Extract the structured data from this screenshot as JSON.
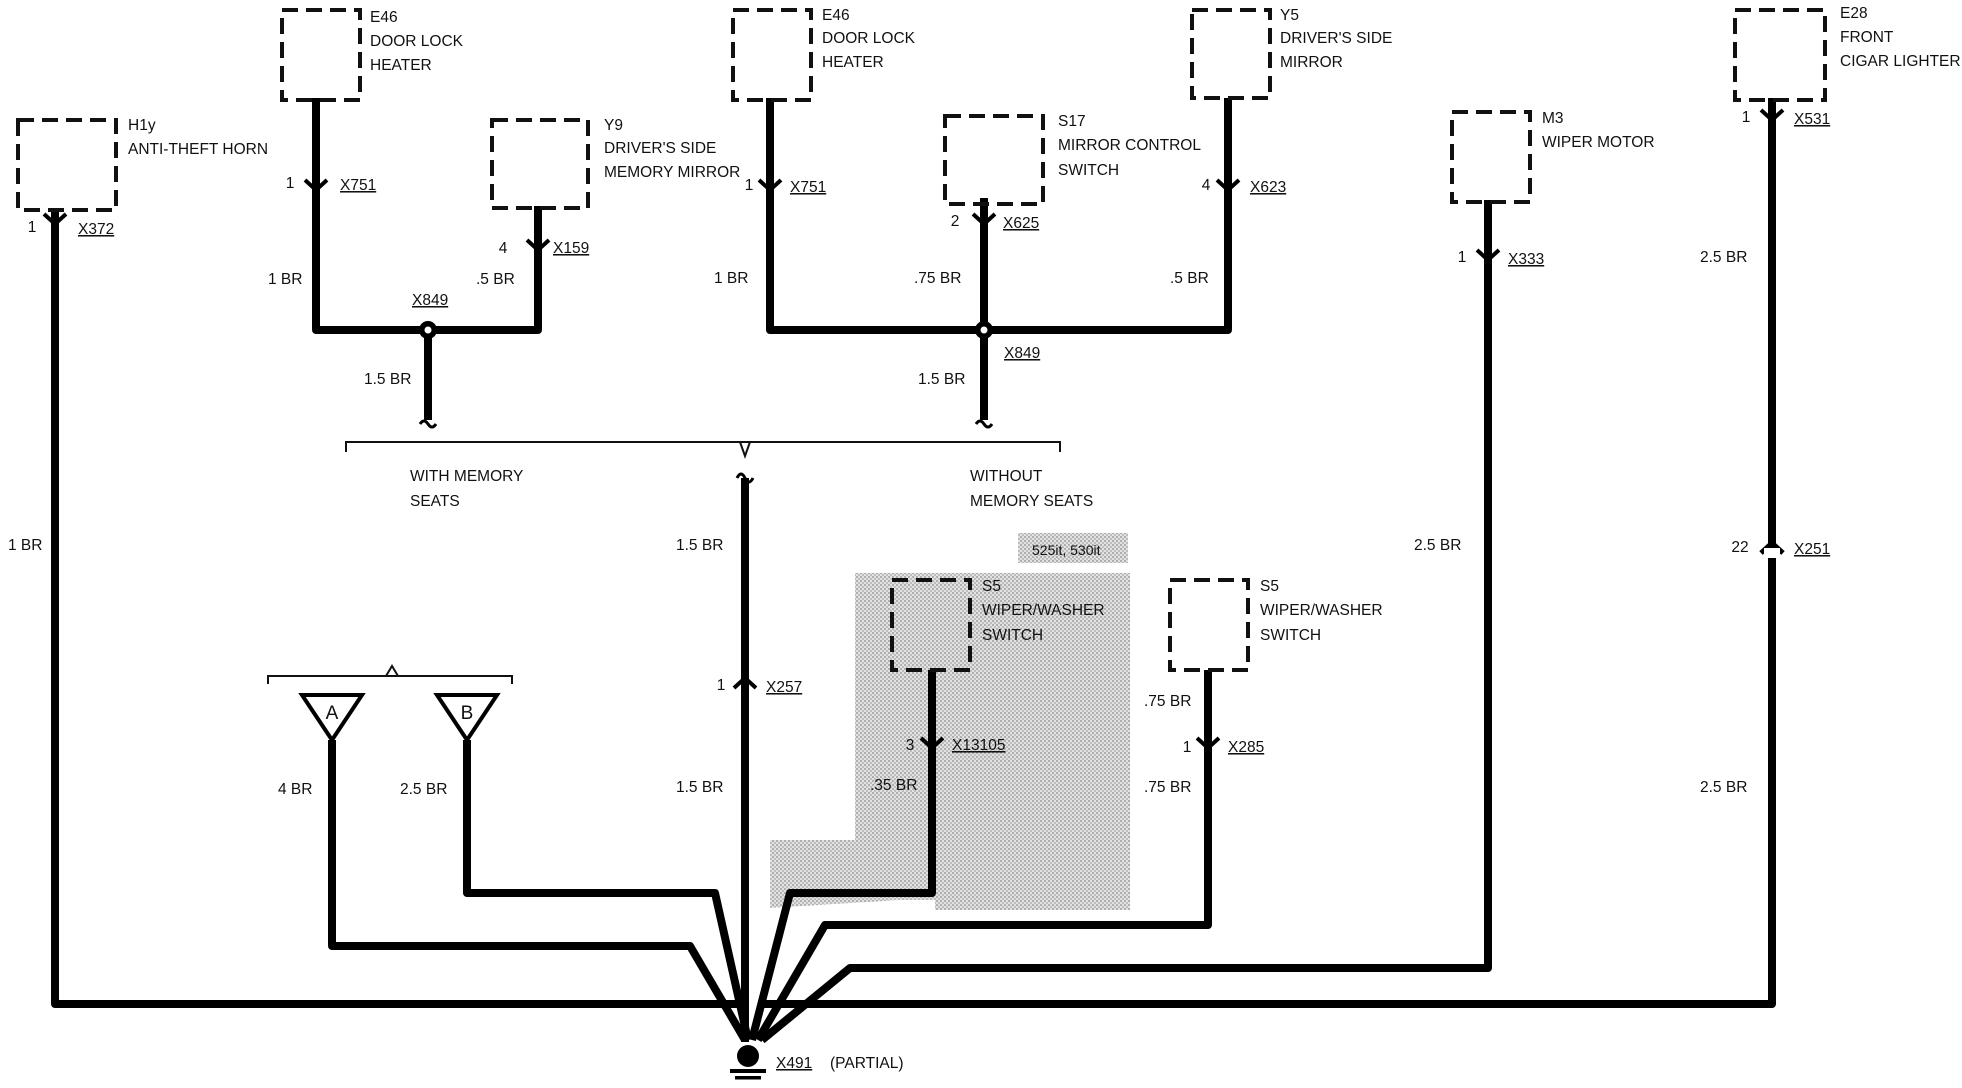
{
  "components": {
    "h1y": {
      "code": "H1y",
      "l1": "ANTI-THEFT HORN",
      "l2": ""
    },
    "e46a": {
      "code": "E46",
      "l1": "DOOR LOCK",
      "l2": "HEATER"
    },
    "y9": {
      "code": "Y9",
      "l1": "DRIVER'S SIDE",
      "l2": "MEMORY MIRROR"
    },
    "e46b": {
      "code": "E46",
      "l1": "DOOR LOCK",
      "l2": "HEATER"
    },
    "s17": {
      "code": "S17",
      "l1": "MIRROR CONTROL",
      "l2": "SWITCH"
    },
    "y5": {
      "code": "Y5",
      "l1": "DRIVER'S SIDE",
      "l2": "MIRROR"
    },
    "m3": {
      "code": "M3",
      "l1": "WIPER MOTOR",
      "l2": ""
    },
    "e28": {
      "code": "E28",
      "l1": "FRONT",
      "l2": "CIGAR LIGHTER"
    },
    "s5a": {
      "code": "S5",
      "l1": "WIPER/WASHER",
      "l2": "SWITCH"
    },
    "s5b": {
      "code": "S5",
      "l1": "WIPER/WASHER",
      "l2": "SWITCH"
    }
  },
  "connectors": {
    "x372": {
      "pin": "1",
      "id": "X372"
    },
    "x751a": {
      "pin": "1",
      "id": "X751"
    },
    "x159": {
      "pin": "4",
      "id": "X159"
    },
    "x751b": {
      "pin": "1",
      "id": "X751"
    },
    "x625": {
      "pin": "2",
      "id": "X625"
    },
    "x623": {
      "pin": "4",
      "id": "X623"
    },
    "x333": {
      "pin": "1",
      "id": "X333"
    },
    "x531": {
      "pin": "1",
      "id": "X531"
    },
    "x251": {
      "pin": "22",
      "id": "X251"
    },
    "x257": {
      "pin": "1",
      "id": "X257"
    },
    "x13105": {
      "pin": "3",
      "id": "X13105"
    },
    "x285": {
      "pin": "1",
      "id": "X285"
    }
  },
  "splices": {
    "left": "X849",
    "right": "X849"
  },
  "wires": {
    "w_h1y": "1 BR",
    "w_e46a": "1 BR",
    "w_y9": ".5 BR",
    "w_spl_left": "1.5 BR",
    "w_e46b": "1 BR",
    "w_s17": ".75 BR",
    "w_y5": ".5 BR",
    "w_spl_right": "1.5 BR",
    "w_center_top": "1.5 BR",
    "w_center_bot": "1.5 BR",
    "w_m3": "2.5 BR",
    "w_m3_low": "2.5 BR",
    "w_e28_top": "2.5 BR",
    "w_e28_bot": "2.5 BR",
    "w_a": "4 BR",
    "w_b": "2.5 BR",
    "w_s5a": ".35 BR",
    "w_s5b_top": ".75 BR",
    "w_s5b_bot": ".75 BR"
  },
  "options": {
    "with": [
      "WITH MEMORY",
      "SEATS"
    ],
    "without": [
      "WITHOUT",
      "MEMORY SEATS"
    ]
  },
  "models_note": "525it, 530it",
  "grounds": {
    "a": "A",
    "b": "B"
  },
  "ground_point": {
    "id": "X491",
    "note": "(PARTIAL)"
  }
}
